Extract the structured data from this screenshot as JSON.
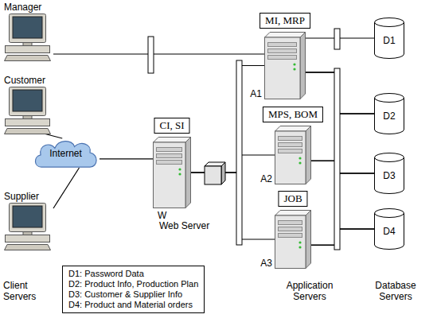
{
  "diagram": {
    "nodes": [
      {
        "text": [
          "Manager"
        ]
      },
      {
        "text": [
          "Customer"
        ]
      },
      {
        "text": [
          "Supplier"
        ]
      },
      {
        "text": [
          "Internet"
        ]
      },
      {
        "text": [
          "CI, SI",
          "W",
          "Web Server"
        ]
      },
      {
        "text": [
          "MI, MRP",
          "A1"
        ]
      },
      {
        "text": [
          "MPS, BOM",
          "A2"
        ]
      },
      {
        "text": [
          "JOB",
          "A3"
        ]
      },
      {
        "text": [
          "D1"
        ]
      },
      {
        "text": [
          "D2"
        ]
      },
      {
        "text": [
          "D3"
        ]
      },
      {
        "text": [
          "D4"
        ]
      },
      {
        "text": [
          "D1: Password Data",
          "D2: Product Info, Production Plan",
          "D3: Customer & Supplier Info",
          "D4: Product and Material orders"
        ]
      }
    ],
    "edges": [
      {
        "from": 0,
        "to": 5,
        "arrow": "none"
      },
      {
        "from": 1,
        "to": 3,
        "arrow": "none"
      },
      {
        "from": 2,
        "to": 3,
        "arrow": "none"
      },
      {
        "from": 3,
        "to": 4,
        "arrow": "none"
      },
      {
        "from": 4,
        "to": 5,
        "arrow": "none"
      },
      {
        "from": 4,
        "to": 6,
        "arrow": "none"
      },
      {
        "from": 4,
        "to": 7,
        "arrow": "none"
      },
      {
        "from": 5,
        "to": 8,
        "arrow": "none"
      },
      {
        "from": 5,
        "to": 9,
        "arrow": "none"
      },
      {
        "from": 5,
        "to": 10,
        "arrow": "none"
      },
      {
        "from": 5,
        "to": 11,
        "arrow": "none"
      },
      {
        "from": 6,
        "to": 9,
        "arrow": "none"
      },
      {
        "from": 6,
        "to": 10,
        "arrow": "none"
      },
      {
        "from": 6,
        "to": 11,
        "arrow": "none"
      },
      {
        "from": 7,
        "to": 9,
        "arrow": "none"
      },
      {
        "from": 7,
        "to": 10,
        "arrow": "none"
      },
      {
        "from": 7,
        "to": 11,
        "arrow": "none"
      }
    ],
    "labels": [
      "Client Servers",
      "Application Servers",
      "Database Servers"
    ]
  }
}
